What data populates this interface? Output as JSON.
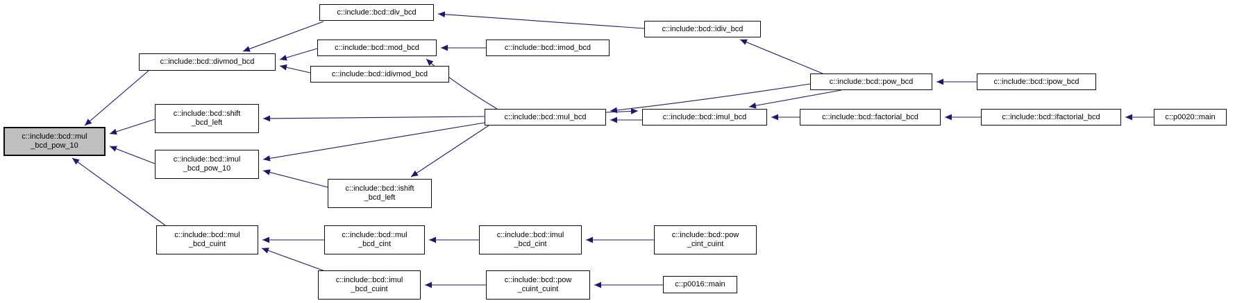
{
  "diagram": {
    "type": "call-graph",
    "focus_node": "c::include::bcd::mul_bcd_pow_10",
    "colors": {
      "edge": "#191970",
      "node_fill": "#ffffff",
      "node_border": "#0a0a0a",
      "focus_fill": "#bfbfbf",
      "background": "#ffffff"
    },
    "nodes": [
      {
        "id": "div_bcd",
        "lines": [
          "c::include::bcd::div_bcd",
          ""
        ]
      },
      {
        "id": "idiv_bcd",
        "lines": [
          "c::include::bcd::idiv_bcd",
          ""
        ]
      },
      {
        "id": "mod_bcd",
        "lines": [
          "c::include::bcd::mod_bcd",
          ""
        ]
      },
      {
        "id": "imod_bcd",
        "lines": [
          "c::include::bcd::imod_bcd",
          ""
        ]
      },
      {
        "id": "divmod_bcd",
        "lines": [
          "c::include::bcd::divmod_bcd",
          ""
        ]
      },
      {
        "id": "idivmod_bcd",
        "lines": [
          "c::include::bcd::idivmod_bcd",
          ""
        ]
      },
      {
        "id": "pow_bcd",
        "lines": [
          "c::include::bcd::pow_bcd",
          ""
        ]
      },
      {
        "id": "ipow_bcd",
        "lines": [
          "c::include::bcd::ipow_bcd",
          ""
        ]
      },
      {
        "id": "mul_bcd",
        "lines": [
          "c::include::bcd::mul_bcd",
          ""
        ]
      },
      {
        "id": "imul_bcd",
        "lines": [
          "c::include::bcd::imul_bcd",
          ""
        ]
      },
      {
        "id": "factorial_bcd",
        "lines": [
          "c::include::bcd::factorial_bcd",
          ""
        ]
      },
      {
        "id": "ifactorial_bcd",
        "lines": [
          "c::include::bcd::ifactorial_bcd",
          ""
        ]
      },
      {
        "id": "p0020_main",
        "lines": [
          "c::p0020::main",
          ""
        ]
      },
      {
        "id": "mul_bcd_pow_10",
        "lines": [
          "c::include::bcd::mul",
          "_bcd_pow_10"
        ]
      },
      {
        "id": "shift_bcd_left",
        "lines": [
          "c::include::bcd::shift",
          "_bcd_left"
        ]
      },
      {
        "id": "imul_bcd_pow_10",
        "lines": [
          "c::include::bcd::imul",
          "_bcd_pow_10"
        ]
      },
      {
        "id": "ishift_bcd_left",
        "lines": [
          "c::include::bcd::ishift",
          "_bcd_left"
        ]
      },
      {
        "id": "mul_bcd_cuint",
        "lines": [
          "c::include::bcd::mul",
          "_bcd_cuint"
        ]
      },
      {
        "id": "mul_bcd_cint",
        "lines": [
          "c::include::bcd::mul",
          "_bcd_cint"
        ]
      },
      {
        "id": "imul_bcd_cint",
        "lines": [
          "c::include::bcd::imul",
          "_bcd_cint"
        ]
      },
      {
        "id": "pow_cint_cuint",
        "lines": [
          "c::include::bcd::pow",
          "_cint_cuint"
        ]
      },
      {
        "id": "imul_bcd_cuint",
        "lines": [
          "c::include::bcd::imul",
          "_bcd_cuint"
        ]
      },
      {
        "id": "pow_cuint_cuint",
        "lines": [
          "c::include::bcd::pow",
          "_cuint_cuint"
        ]
      },
      {
        "id": "p0016_main",
        "lines": [
          "c::p0016::main",
          ""
        ]
      }
    ],
    "edges": [
      {
        "from": "idiv_bcd",
        "to": "div_bcd"
      },
      {
        "from": "div_bcd",
        "to": "divmod_bcd"
      },
      {
        "from": "mod_bcd",
        "to": "divmod_bcd"
      },
      {
        "from": "idivmod_bcd",
        "to": "divmod_bcd"
      },
      {
        "from": "imod_bcd",
        "to": "mod_bcd"
      },
      {
        "from": "pow_bcd",
        "to": "idiv_bcd"
      },
      {
        "from": "ipow_bcd",
        "to": "pow_bcd"
      },
      {
        "from": "pow_bcd",
        "to": "mul_bcd"
      },
      {
        "from": "pow_bcd",
        "to": "imul_bcd"
      },
      {
        "from": "mul_bcd",
        "to": "imul_bcd"
      },
      {
        "from": "imul_bcd",
        "to": "mul_bcd"
      },
      {
        "from": "factorial_bcd",
        "to": "imul_bcd"
      },
      {
        "from": "ifactorial_bcd",
        "to": "factorial_bcd"
      },
      {
        "from": "p0020_main",
        "to": "ifactorial_bcd"
      },
      {
        "from": "mul_bcd",
        "to": "mod_bcd"
      },
      {
        "from": "shift_bcd_left",
        "to": "mul_bcd_pow_10"
      },
      {
        "from": "imul_bcd_pow_10",
        "to": "mul_bcd_pow_10"
      },
      {
        "from": "divmod_bcd",
        "to": "mul_bcd_pow_10"
      },
      {
        "from": "mul_bcd_cuint",
        "to": "mul_bcd_pow_10"
      },
      {
        "from": "mul_bcd",
        "to": "shift_bcd_left"
      },
      {
        "from": "mul_bcd",
        "to": "imul_bcd_pow_10"
      },
      {
        "from": "ishift_bcd_left",
        "to": "imul_bcd_pow_10"
      },
      {
        "from": "mul_bcd",
        "to": "ishift_bcd_left"
      },
      {
        "from": "mul_bcd_cint",
        "to": "mul_bcd_cuint"
      },
      {
        "from": "imul_bcd_cint",
        "to": "mul_bcd_cint"
      },
      {
        "from": "pow_cint_cuint",
        "to": "imul_bcd_cint"
      },
      {
        "from": "imul_bcd_cuint",
        "to": "mul_bcd_cuint"
      },
      {
        "from": "pow_cuint_cuint",
        "to": "imul_bcd_cuint"
      },
      {
        "from": "p0016_main",
        "to": "pow_cuint_cuint"
      }
    ]
  }
}
